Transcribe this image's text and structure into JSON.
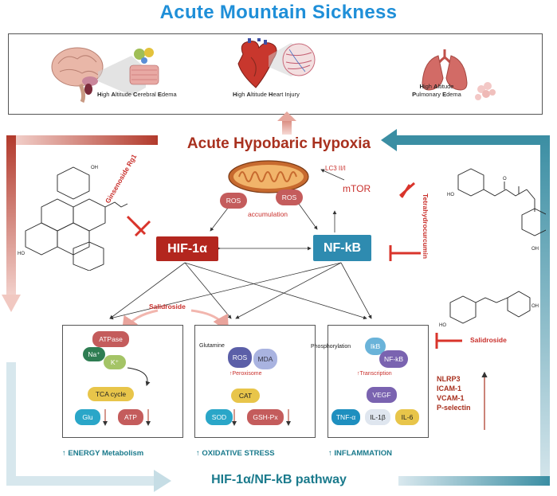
{
  "title": "Acute Mountain Sickness",
  "top_panel": {
    "brain_label_parts": [
      "H",
      "igh ",
      "A",
      "ltitude ",
      "C",
      "erebral ",
      "E",
      "dema"
    ],
    "heart_label_parts": [
      "H",
      "igh ",
      "A",
      "ltitude ",
      "H",
      "eart Injury"
    ],
    "lung_label_line1": [
      "H",
      "igh ",
      "A",
      "ltitude"
    ],
    "lung_label_line2": [
      "P",
      "ulmonary ",
      "E",
      "dema"
    ]
  },
  "hypoxia": "Acute Hypobaric Hypoxia",
  "mito": {
    "ros_left": "ROS",
    "ros_right": "ROS",
    "accumulation": "accumulation"
  },
  "lc3": "LC3 II/I",
  "mtor": "mTOR",
  "hif": "HIF-1α",
  "nfkb": "NF-kB",
  "ginsenoside": "Ginsenoside Rg1",
  "tetrahydro": "Tetrahydrocurcumin",
  "salidroside_top": "Salidroside",
  "salidroside_right": "Salidroside",
  "energy": {
    "atpase": "ATPase",
    "na": "Na⁺",
    "k": "K⁺",
    "tca": "TCA cycle",
    "glu": "Glu",
    "atp": "ATP",
    "label": "ENERGY Metabolism"
  },
  "oxidative": {
    "glutamine": "Glutamine",
    "ros": "ROS",
    "mda": "MDA",
    "peroxisome": "Peroxisome",
    "cat": "CAT",
    "sod": "SOD",
    "gsh": "GSH-Px",
    "label": "OXIDATIVE STRESS"
  },
  "inflammation": {
    "phosphorylation": "Phosphorylation",
    "ikb": "IkB",
    "nfkb": "NF-kB",
    "transcription": "Transcription",
    "vegf": "VEGF",
    "tnf": "TNF-α",
    "il1": "IL-1β",
    "il6": "IL-6",
    "label": "INFLAMMATION"
  },
  "side_list": [
    "NLRP3",
    "ICAM-1",
    "VCAM-1",
    "P-selectin"
  ],
  "pathway": "HIF-1α/NF-kB pathway",
  "colors": {
    "title_blue": "#1f8fd8",
    "dark_red": "#a8301e",
    "hif_red": "#b3261e",
    "nfkb_blue": "#2e8bb0",
    "teal": "#1a7a8c",
    "inhibit_red": "#d9342b"
  },
  "icons": [
    "brain-illustration",
    "heart-illustration",
    "lung-illustration",
    "mitochondrion-illustration"
  ]
}
